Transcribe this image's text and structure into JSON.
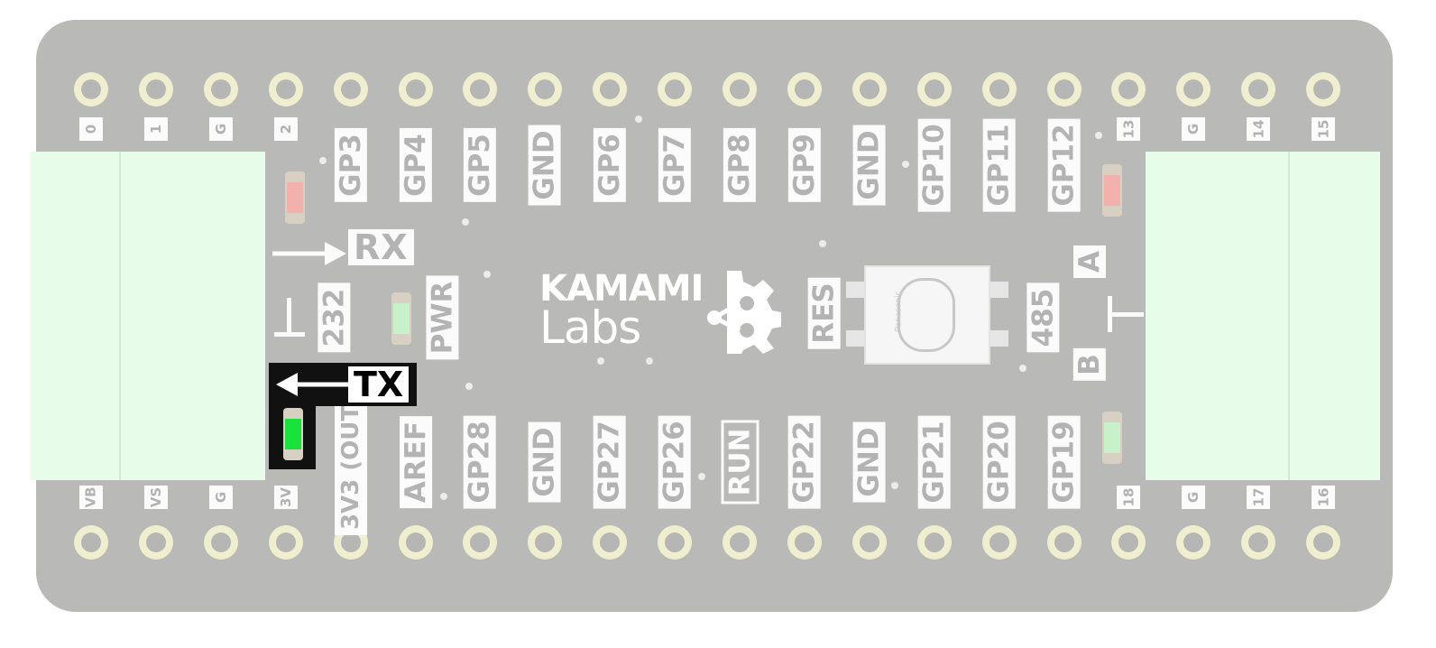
{
  "board": {
    "logo_line1": "KAMAMI",
    "logo_line2": "Labs",
    "button_brand": "Panasonic"
  },
  "top_pins": [
    "0",
    "1",
    "G",
    "2",
    "GP3",
    "GP4",
    "GP5",
    "GND",
    "GP6",
    "GP7",
    "GP8",
    "GP9",
    "GND",
    "GP10",
    "GP11",
    "GP12",
    "13",
    "G",
    "14",
    "15"
  ],
  "bottom_pins": [
    "VB",
    "VS",
    "G",
    "3V",
    "3V3 (OUT)",
    "AREF",
    "GP28",
    "GND",
    "GP27",
    "GP26",
    "RUN",
    "GP22",
    "GND",
    "GP21",
    "GP20",
    "GP19",
    "18",
    "G",
    "17",
    "16"
  ],
  "labels": {
    "rx": "RX",
    "tx": "TX",
    "mode_232": "232",
    "pwr": "PWR",
    "res": "RES",
    "mode_485": "485",
    "line_a": "A",
    "line_b": "B",
    "ground": "⊥"
  },
  "leds": {
    "rx_color": "#f2b1ad",
    "pwr_color": "#c7f1c9",
    "tx_color": "#19e23d",
    "a_color": "#f2b1ad",
    "b_color": "#c7f1c9"
  }
}
